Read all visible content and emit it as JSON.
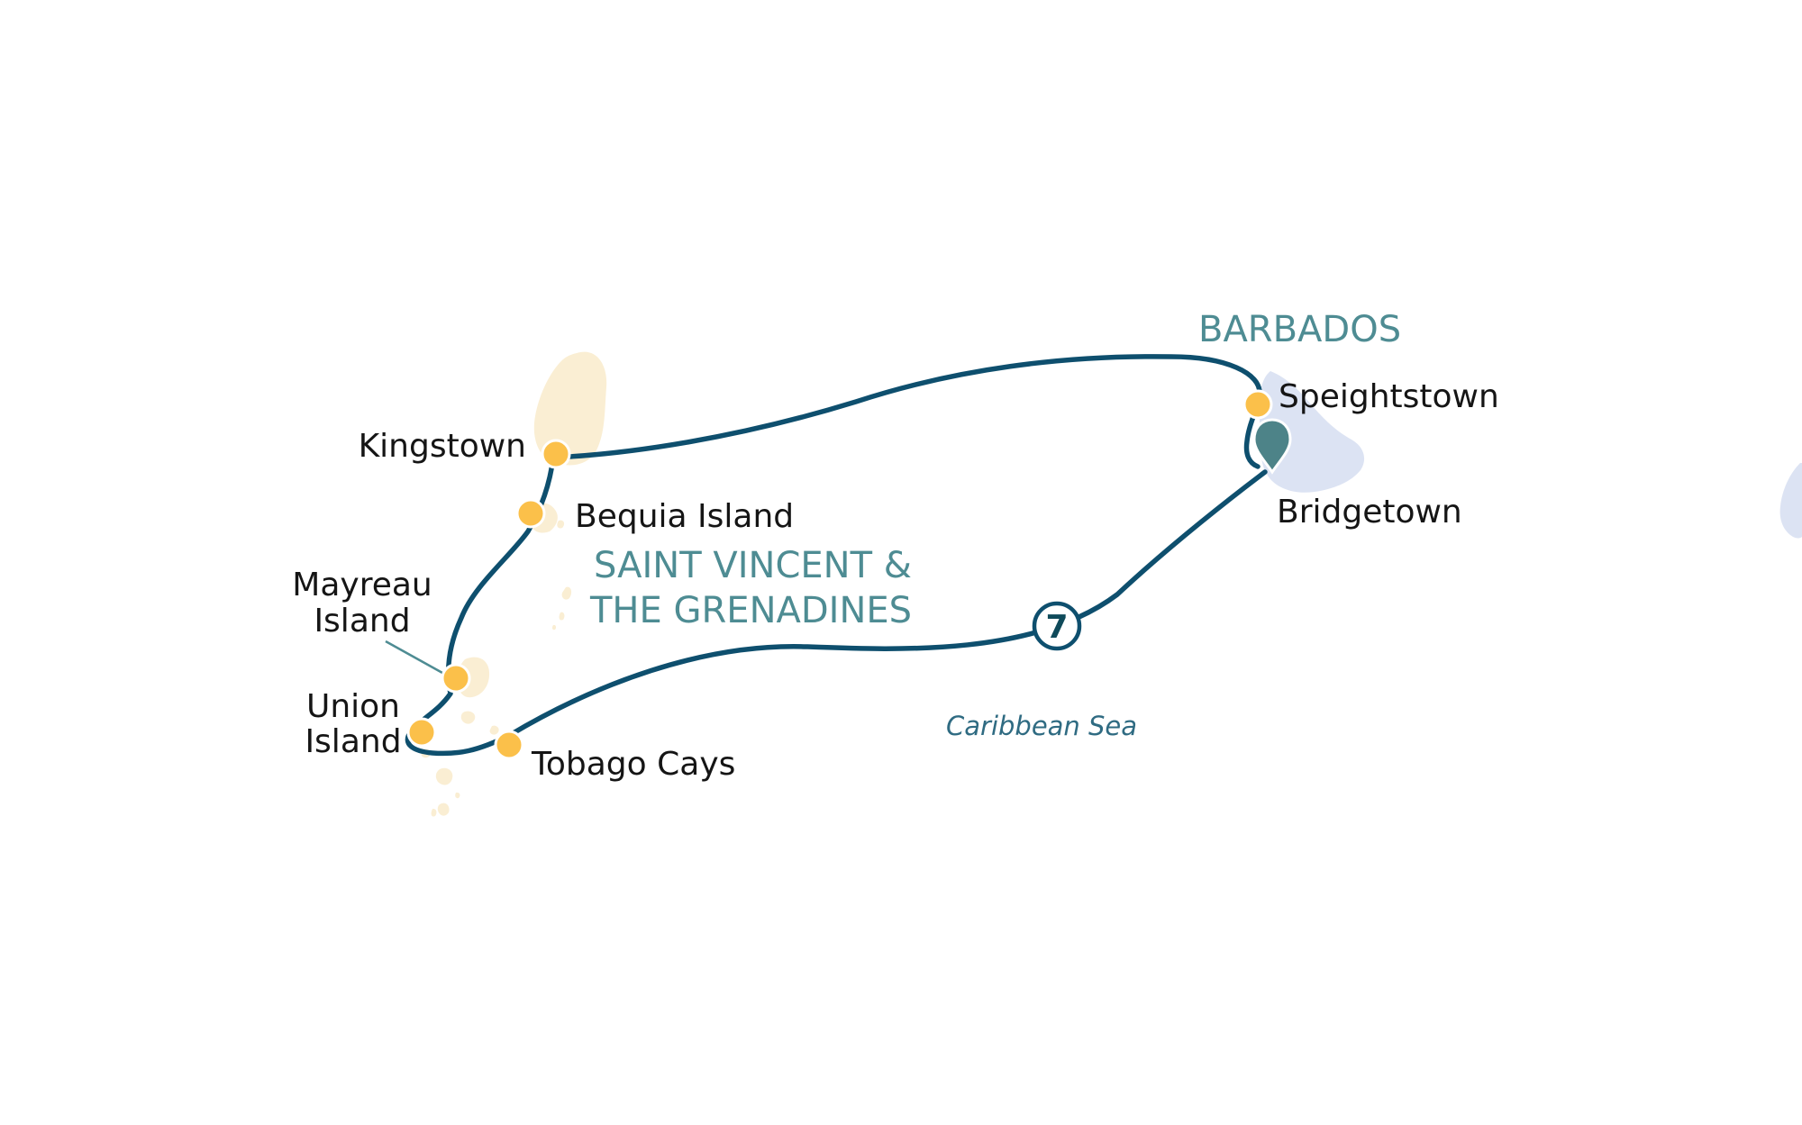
{
  "regions": {
    "barbados": "BARBADOS",
    "svg_line1": "SAINT VINCENT &",
    "svg_line2": "THE GRENADINES"
  },
  "sea": "Caribbean Sea",
  "ports": {
    "speightstown": "Speightstown",
    "bridgetown": "Bridgetown",
    "kingstown": "Kingstown",
    "bequia": "Bequia Island",
    "mayreau_line1": "Mayreau",
    "mayreau_line2": "Island",
    "union_line1": "Union",
    "union_line2": "Island",
    "tobago_cays": "Tobago Cays"
  },
  "route": {
    "day_count": "7",
    "color": "#0e4f6e"
  },
  "colors": {
    "port_marker": "#fbc04a",
    "start_pin": "#4d8388",
    "barbados_land": "#dce3f3",
    "svg_land": "#faeed3"
  }
}
